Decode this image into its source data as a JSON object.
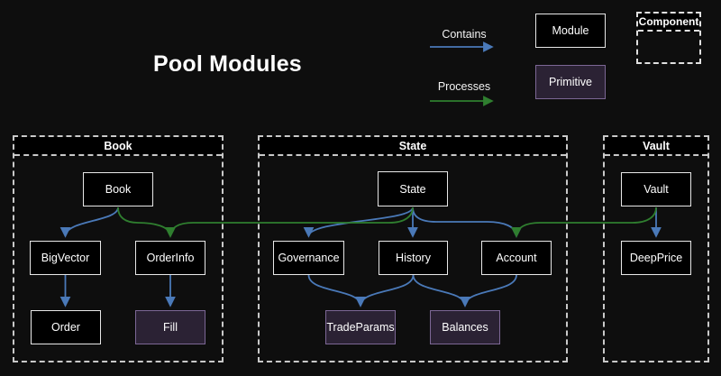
{
  "title": "Pool Modules",
  "legend": {
    "items": [
      {
        "label": "Contains",
        "color": "#4a79b8",
        "icon": "arrow-right"
      },
      {
        "label": "Processes",
        "color": "#2f7e2f",
        "icon": "arrow-right"
      }
    ],
    "node_types": [
      {
        "label": "Module",
        "fill": "#000000",
        "border": "#e8e8e8"
      },
      {
        "label": "Primitive",
        "fill": "#2b2234",
        "border": "#7c6795"
      },
      {
        "label": "Component",
        "border_style": "dashed"
      }
    ]
  },
  "containers": [
    {
      "label": "Book",
      "nodes": [
        {
          "label": "Book",
          "type": "module"
        },
        {
          "label": "BigVector",
          "type": "module"
        },
        {
          "label": "OrderInfo",
          "type": "module"
        },
        {
          "label": "Order",
          "type": "module"
        },
        {
          "label": "Fill",
          "type": "primitive"
        }
      ]
    },
    {
      "label": "State",
      "nodes": [
        {
          "label": "State",
          "type": "module"
        },
        {
          "label": "Governance",
          "type": "module"
        },
        {
          "label": "History",
          "type": "module"
        },
        {
          "label": "Account",
          "type": "module"
        },
        {
          "label": "TradeParams",
          "type": "primitive"
        },
        {
          "label": "Balances",
          "type": "primitive"
        }
      ]
    },
    {
      "label": "Vault",
      "nodes": [
        {
          "label": "Vault",
          "type": "module"
        },
        {
          "label": "DeepPrice",
          "type": "module"
        }
      ]
    }
  ],
  "edges": {
    "contains": [
      {
        "from": "Book",
        "to": "BigVector"
      },
      {
        "from": "BigVector",
        "to": "Order"
      },
      {
        "from": "OrderInfo",
        "to": "Fill"
      },
      {
        "from": "State",
        "to": "Governance"
      },
      {
        "from": "State",
        "to": "History"
      },
      {
        "from": "State",
        "to": "Account"
      },
      {
        "from": "Governance",
        "to": "TradeParams"
      },
      {
        "from": "History",
        "to": "TradeParams"
      },
      {
        "from": "History",
        "to": "Balances"
      },
      {
        "from": "Account",
        "to": "Balances"
      },
      {
        "from": "Vault",
        "to": "DeepPrice"
      }
    ],
    "processes": [
      {
        "from": "Book",
        "to": "OrderInfo"
      },
      {
        "from": "State",
        "to": "OrderInfo"
      },
      {
        "from": "Vault",
        "to": "Account"
      }
    ]
  },
  "colors": {
    "background": "#0e0e0e",
    "contains_blue": "#4a79b8",
    "processes_green": "#2f7e2f",
    "module_fill": "#000000",
    "module_border": "#e8e8e8",
    "primitive_fill": "#2b2234",
    "primitive_border": "#7c6795",
    "container_border": "#c9c9c9",
    "text": "#ffffff"
  }
}
